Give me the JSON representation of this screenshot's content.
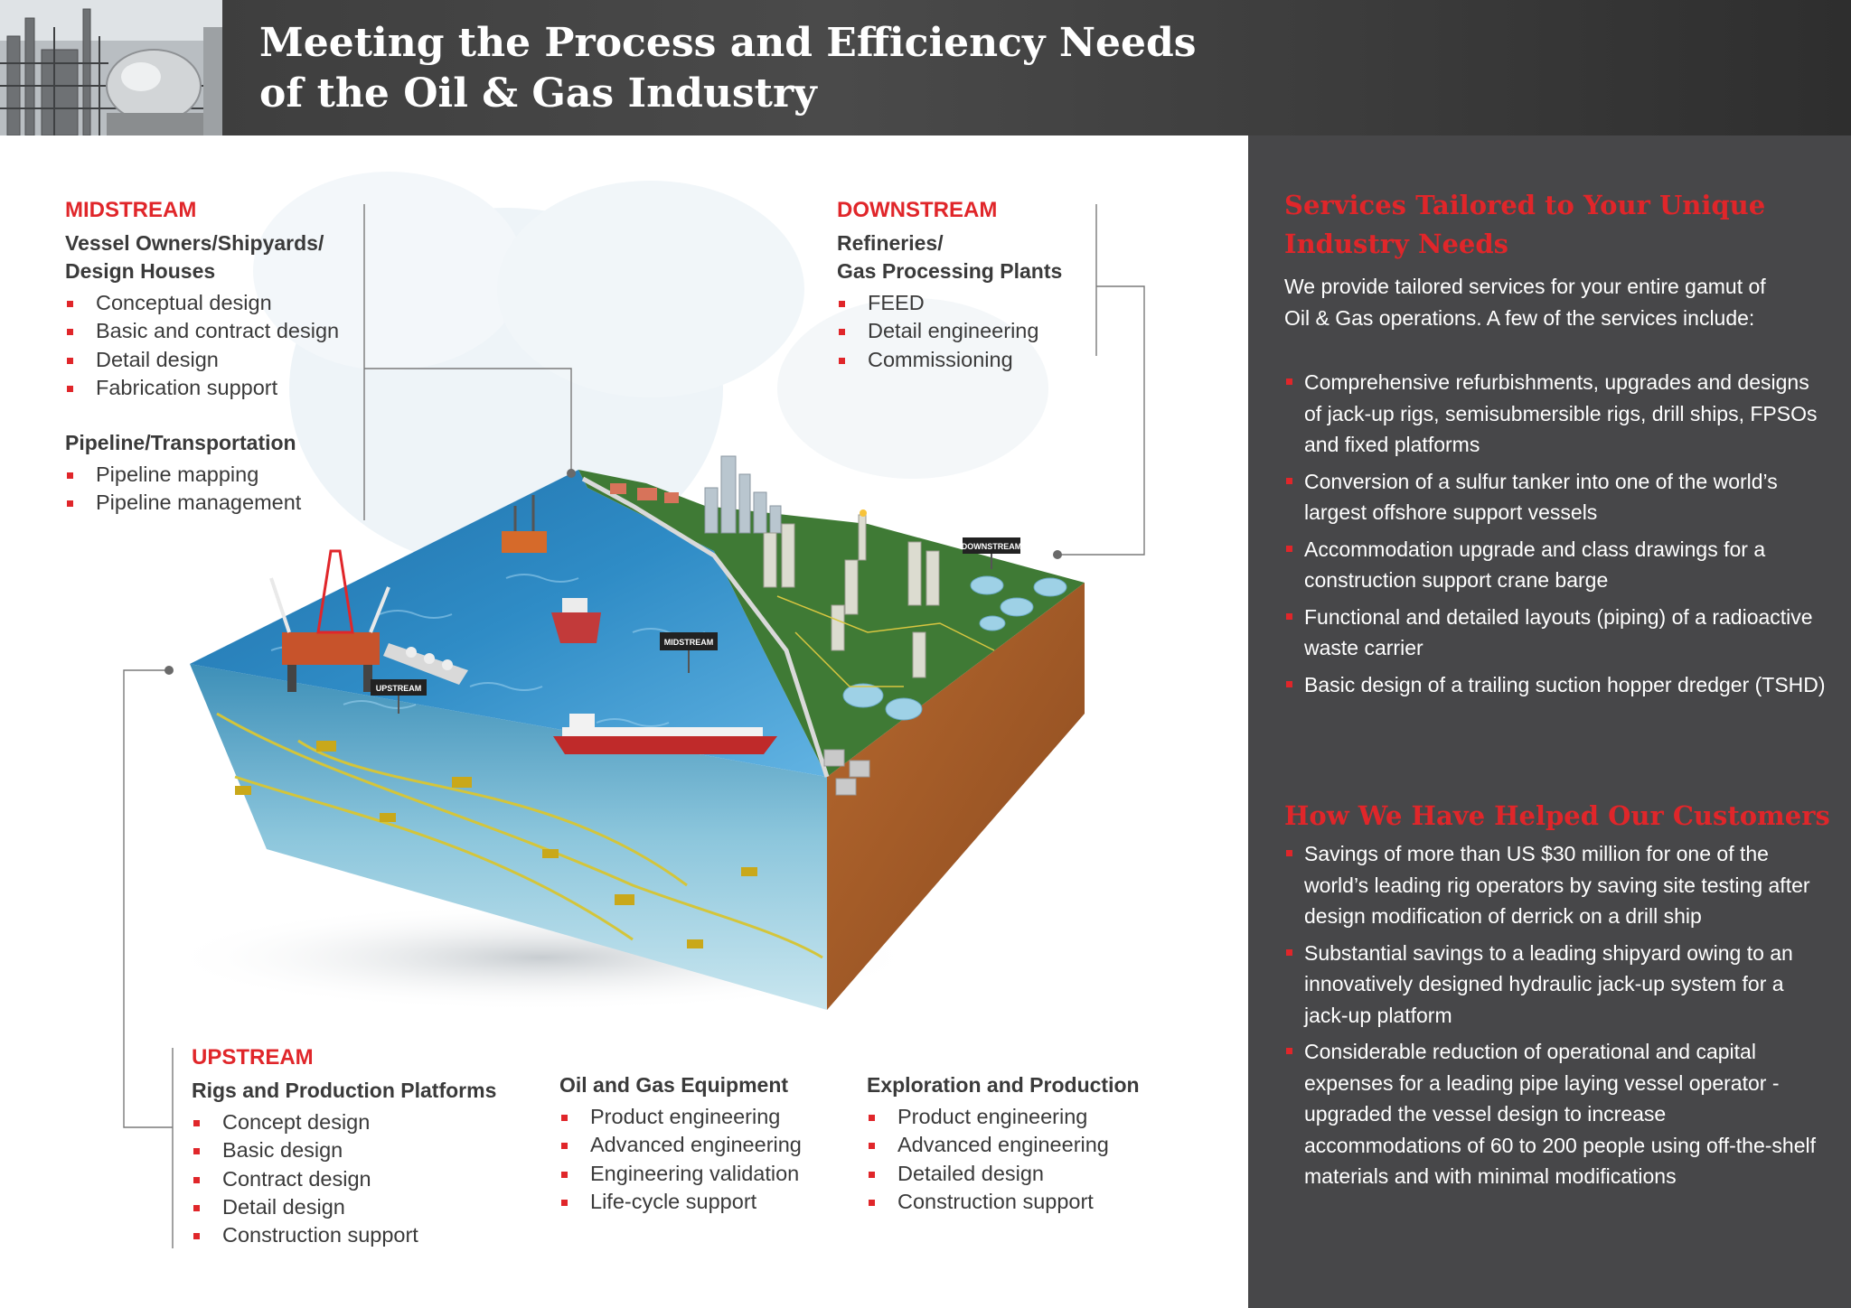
{
  "header": {
    "title_line1": "Meeting the Process and Efficiency Needs",
    "title_line2": "of the Oil & Gas Industry"
  },
  "midstream": {
    "category": "MIDSTREAM",
    "group1_title_line1": "Vessel Owners/Shipyards/",
    "group1_title_line2": "Design Houses",
    "group1_items": [
      "Conceptual design",
      "Basic and contract design",
      "Detail design",
      "Fabrication support"
    ],
    "group2_title": "Pipeline/Transportation",
    "group2_items": [
      "Pipeline mapping",
      "Pipeline management"
    ]
  },
  "downstream": {
    "category": "DOWNSTREAM",
    "title_line1": "Refineries/",
    "title_line2": "Gas Processing Plants",
    "items": [
      "FEED",
      "Detail engineering",
      "Commissioning"
    ]
  },
  "upstream": {
    "category": "UPSTREAM",
    "rigs_title": "Rigs and Production Platforms",
    "rigs_items": [
      "Concept design",
      "Basic design",
      "Contract design",
      "Detail design",
      "Construction support"
    ],
    "equipment_title": "Oil and Gas Equipment",
    "equipment_items": [
      "Product engineering",
      "Advanced engineering",
      "Engineering validation",
      "Life-cycle support"
    ],
    "exploration_title": "Exploration and Production",
    "exploration_items": [
      "Product engineering",
      "Advanced engineering",
      "Detailed design",
      "Construction support"
    ]
  },
  "illustration": {
    "sign_upstream": "UPSTREAM",
    "sign_midstream": "MIDSTREAM",
    "sign_downstream": "DOWNSTREAM"
  },
  "sidebar": {
    "services_heading_line1": "Services Tailored to Your Unique",
    "services_heading_line2": "Industry Needs",
    "services_intro": "We provide tailored services for your entire gamut of Oil & Gas operations. A few of the services include:",
    "services_items": [
      "Comprehensive refurbishments, upgrades and designs of jack-up rigs, semisubmersible rigs, drill ships, FPSOs and fixed platforms",
      "Conversion of a sulfur tanker into one of the world’s largest offshore support vessels",
      "Accommodation upgrade and class drawings for a construction support crane barge",
      "Functional and detailed layouts (piping) of a radioactive waste carrier",
      "Basic design of a trailing suction hopper dredger (TSHD)"
    ],
    "helped_heading": "How We Have Helped Our Customers",
    "helped_items": [
      "Savings of more than US $30 million for one of the world’s leading rig operators by saving site testing after design modification of derrick on a drill ship",
      "Substantial savings to a leading shipyard owing to an innovatively designed hydraulic jack-up system for a jack-up platform",
      "Considerable reduction of operational and capital expenses for a leading pipe laying vessel operator - upgraded the vessel design to increase accommodations of 60 to 200 people using off-the-shelf materials and with minimal modifications"
    ]
  },
  "colors": {
    "accent_red": "#e0262a",
    "panel_dark": "#474749",
    "header_dark": "#3a3a3a",
    "sea_blue": "#2f86c0",
    "land_green": "#3f7a35"
  }
}
